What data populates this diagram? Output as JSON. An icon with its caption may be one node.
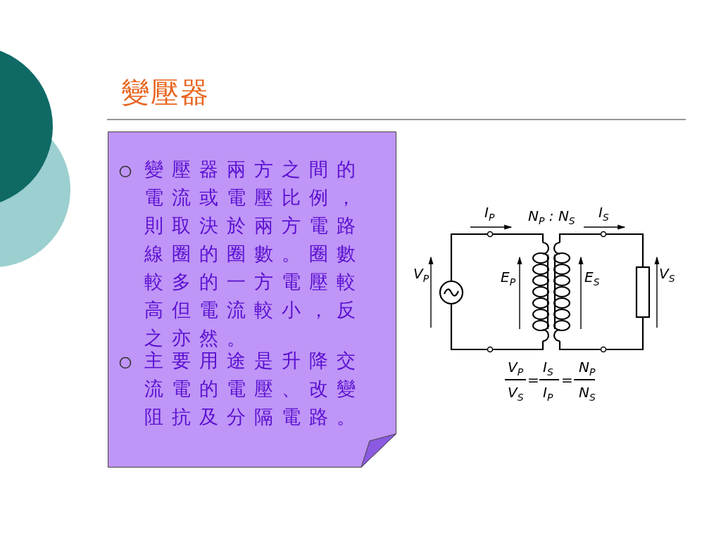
{
  "diagram": {
    "title": "變壓器",
    "nodes": [
      {
        "text": [
          "變壓器兩方之間的電流或電壓比例，則取決於兩方電路線圈的圈數。圈數較多的一方電壓較高但電流較小，反之亦然。",
          "主要用途是升降交流電的電壓、改變阻抗及分隔電路。"
        ]
      }
    ],
    "edges": [],
    "labels": [
      "I$_{P}$",
      "N$_{P}$ : N$_{S}$",
      "I$_{S}$",
      "V$_{P}$",
      "E$_{P}$",
      "E$_{S}$",
      "V$_{S}$",
      "V$_{P}$",
      "=",
      "I$_{S}$",
      "=",
      "N$_{P}$",
      "V$_{S}$",
      "I$_{P}$",
      "N$_{S}$"
    ]
  }
}
